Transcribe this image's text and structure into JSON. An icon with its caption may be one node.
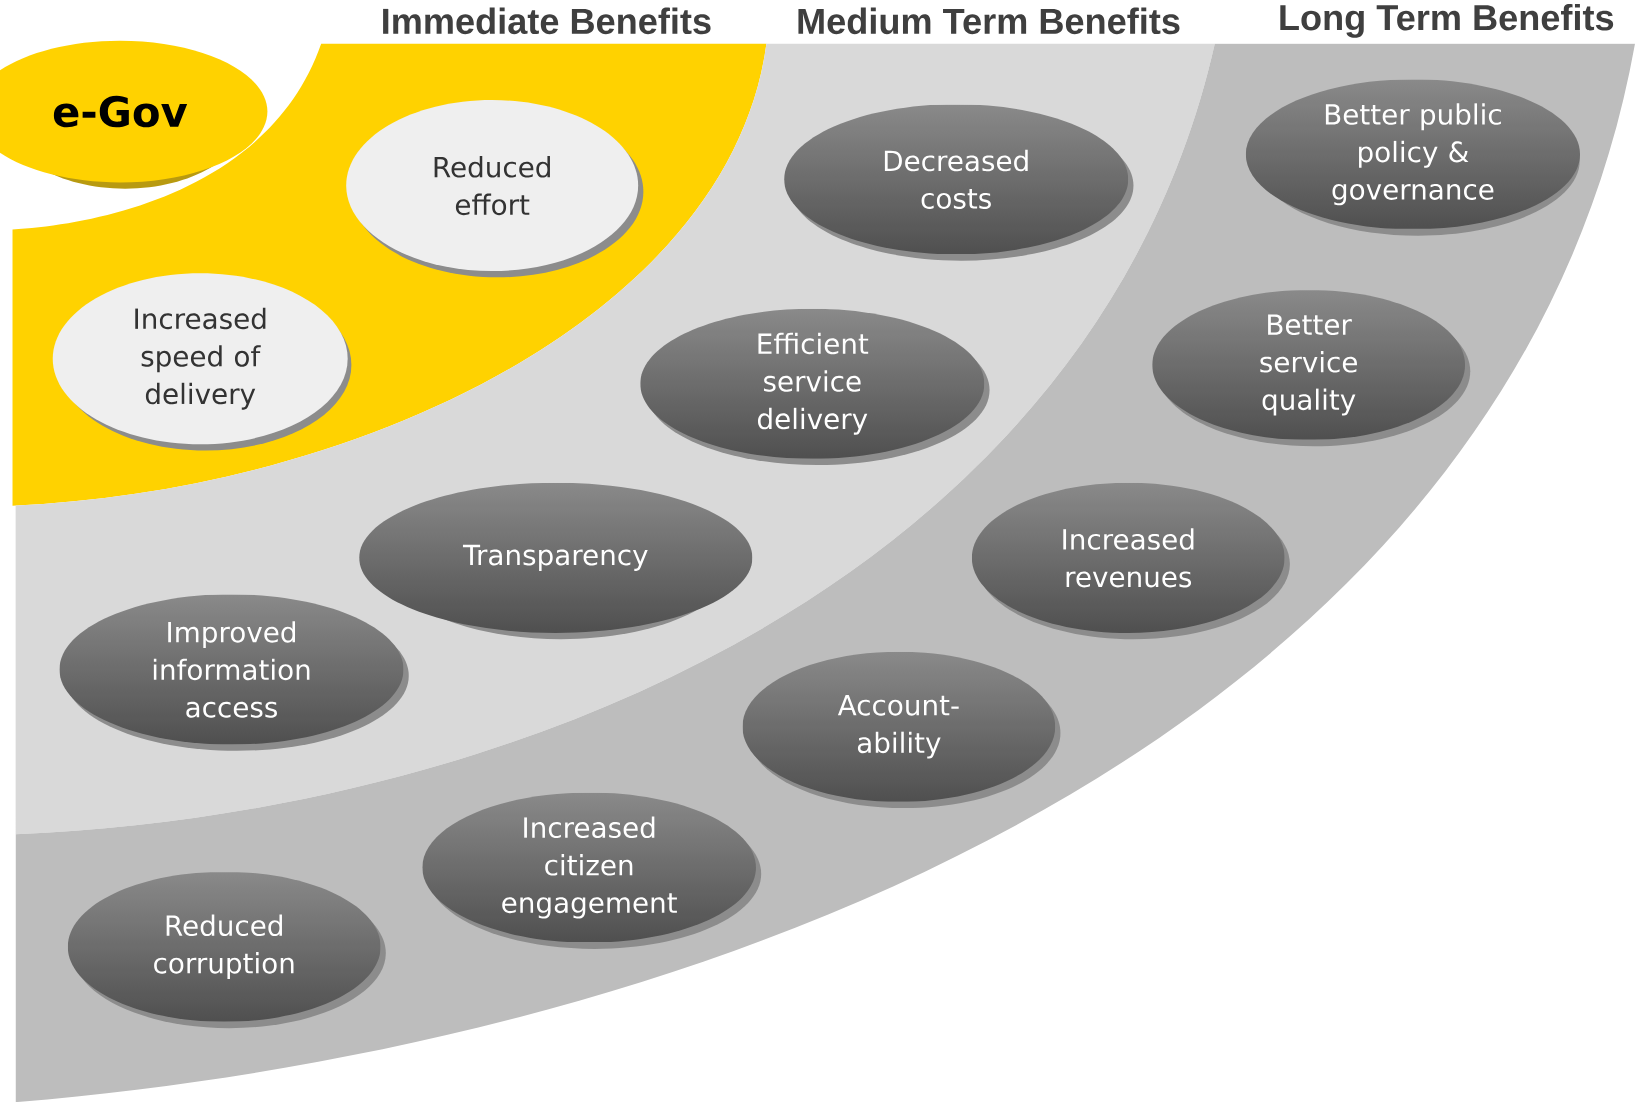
{
  "diagram": {
    "nodes": [
      {
        "text": [
          "e-Gov"
        ]
      },
      {
        "text": [
          "Immediate Benefits"
        ]
      },
      {
        "text": [
          "Reduced effort"
        ],
        "in": 1
      },
      {
        "text": [
          "Increased speed of delivery"
        ],
        "in": 1
      },
      {
        "text": [
          "Medium Term Benefits"
        ]
      },
      {
        "text": [
          "Decreased costs"
        ],
        "in": 4
      },
      {
        "text": [
          "Efficient service delivery"
        ],
        "in": 4
      },
      {
        "text": [
          "Transparency"
        ],
        "in": 4
      },
      {
        "text": [
          "Improved information access"
        ],
        "in": 4
      },
      {
        "text": [
          "Long Term Benefits"
        ]
      },
      {
        "text": [
          "Better public policy & governance"
        ],
        "in": 9
      },
      {
        "text": [
          "Better service quality"
        ],
        "in": 9
      },
      {
        "text": [
          "Increased revenues"
        ],
        "in": 9
      },
      {
        "text": [
          "Account-ability"
        ],
        "in": 9
      },
      {
        "text": [
          "Increased citizen engagement"
        ],
        "in": 9
      },
      {
        "text": [
          "Reduced corruption"
        ],
        "in": 9
      }
    ],
    "edges": []
  }
}
